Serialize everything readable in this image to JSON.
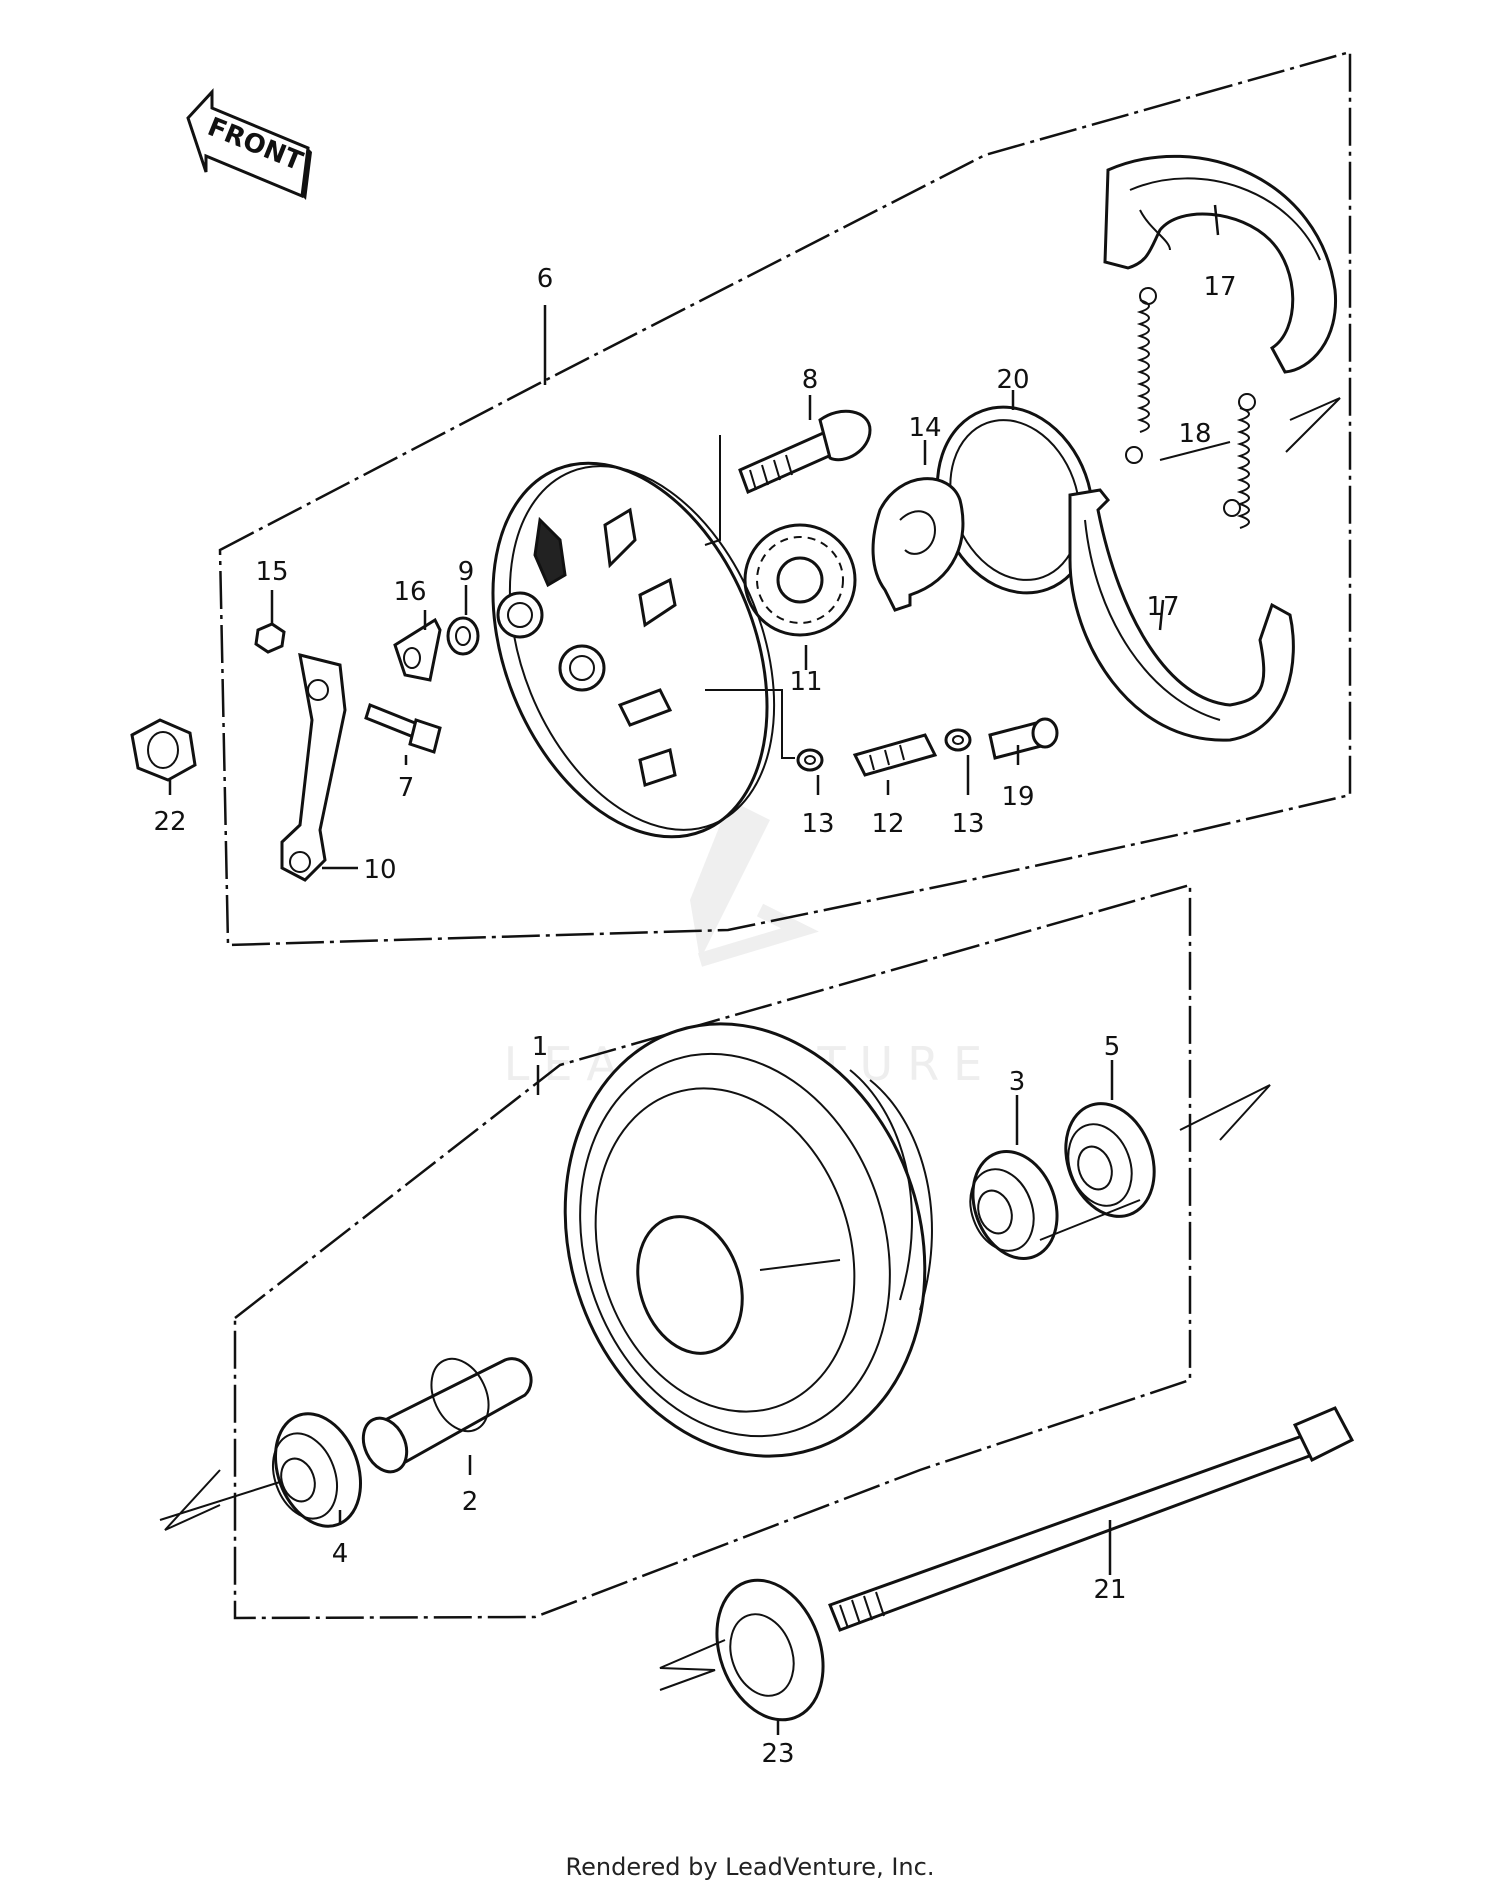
{
  "arrow_label": "FRONT",
  "watermark": "LEADVENTURE",
  "footer": "Rendered by LeadVenture, Inc.",
  "callouts": {
    "c1": "1",
    "c2": "2",
    "c3": "3",
    "c4": "4",
    "c5": "5",
    "c6": "6",
    "c7": "7",
    "c8": "8",
    "c9": "9",
    "c10": "10",
    "c11": "11",
    "c12": "12",
    "c13a": "13",
    "c13b": "13",
    "c14": "14",
    "c15": "15",
    "c16": "16",
    "c17a": "17",
    "c17b": "17",
    "c18": "18",
    "c19": "19",
    "c20": "20",
    "c21": "21",
    "c22": "22",
    "c23": "23"
  }
}
